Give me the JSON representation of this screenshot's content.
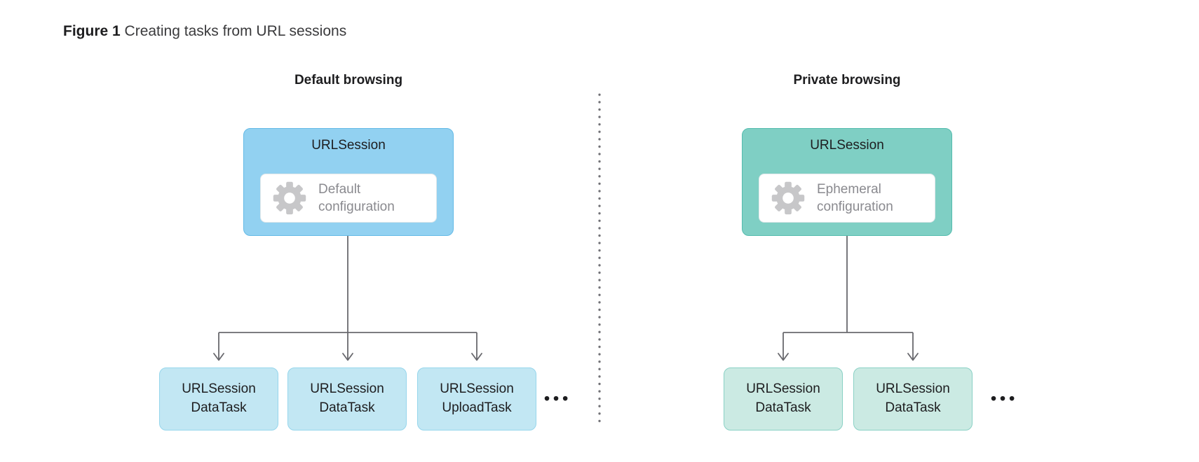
{
  "figure": {
    "label": "Figure 1",
    "caption": "Creating tasks from URL sessions"
  },
  "colors": {
    "text-primary": "#1d1d1f",
    "text-caption": "#3a3a3c",
    "text-muted": "#8a8a8f",
    "gear-gray": "#c7c7c9",
    "line-gray": "#69696e",
    "dot-gray": "#717176",
    "blue-fill": "#92d1f1",
    "blue-border": "#64bae6",
    "blue-task-fill": "#c2e7f3",
    "blue-task-border": "#96d6ec",
    "teal-fill": "#7fcfc4",
    "teal-border": "#54bcae",
    "teal-task-fill": "#cbeae3",
    "teal-task-border": "#8ad1c5",
    "inner-fill": "#ffffff",
    "inner-border": "#e2e8ea"
  },
  "panels": [
    {
      "heading": "Default browsing",
      "session_title": "URLSession",
      "configuration": "Default configuration",
      "tasks": [
        [
          "URLSession",
          "DataTask"
        ],
        [
          "URLSession",
          "DataTask"
        ],
        [
          "URLSession",
          "UploadTask"
        ]
      ],
      "ellipsis": "•••"
    },
    {
      "heading": "Private browsing",
      "session_title": "URLSession",
      "configuration": "Ephemeral configuration",
      "tasks": [
        [
          "URLSession",
          "DataTask"
        ],
        [
          "URLSession",
          "DataTask"
        ]
      ],
      "ellipsis": "•••"
    }
  ]
}
